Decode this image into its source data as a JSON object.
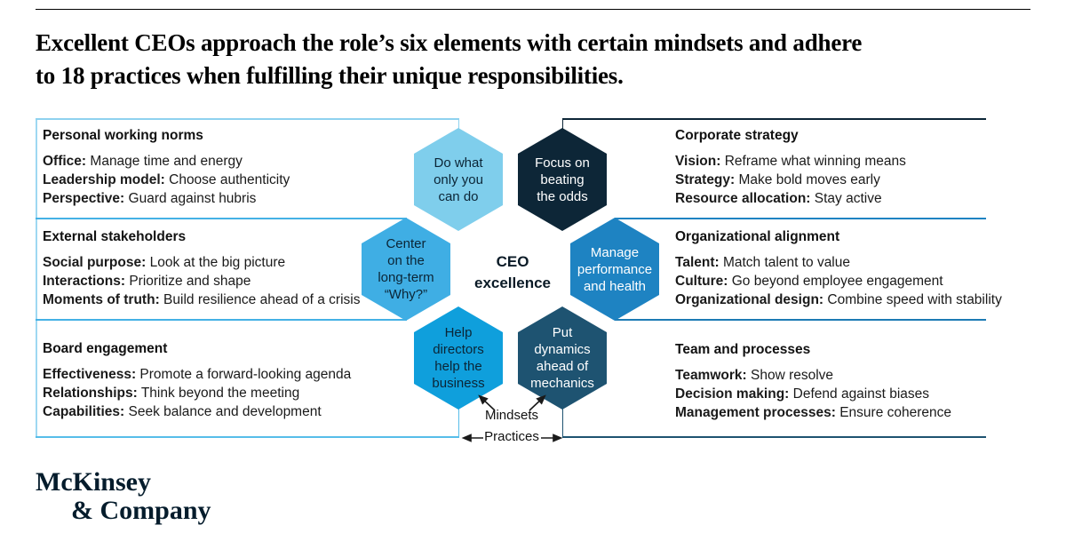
{
  "header": {
    "title_line1": "Excellent CEOs approach the role’s six elements with certain mindsets and adhere",
    "title_line2": "to 18 practices when fulfilling their unique responsibilities."
  },
  "center_label": {
    "line1": "CEO",
    "line2": "excellence"
  },
  "axis_labels": {
    "mindsets": "Mindsets",
    "practices": "Practices"
  },
  "logo": {
    "line1": "McKinsey",
    "line2": "& Company"
  },
  "hexagons": [
    {
      "name": "do-what-only-you-can-do",
      "text": "Do what\nonly you\ncan do",
      "fill": "#7FCEEC",
      "ink": "#0B2536"
    },
    {
      "name": "focus-on-beating-the-odds",
      "text": "Focus on\nbeating\nthe odds",
      "fill": "#0D2637",
      "ink": "#FFFFFF"
    },
    {
      "name": "center-on-the-long-term-why",
      "text": "Center\non the\nlong-term\n“Why?”",
      "fill": "#3FAEE4",
      "ink": "#0B2536"
    },
    {
      "name": "manage-performance-and-health",
      "text": "Manage\nperformance\nand health",
      "fill": "#1E83C2",
      "ink": "#FFFFFF"
    },
    {
      "name": "help-directors-help-the-business",
      "text": "Help\ndirectors\nhelp the\nbusiness",
      "fill": "#0F9FDC",
      "ink": "#0B2536"
    },
    {
      "name": "put-dynamics-ahead-of-mechanics",
      "text": "Put\ndynamics\nahead of\nmechanics",
      "fill": "#1E5371",
      "ink": "#FFFFFF"
    }
  ],
  "sections": {
    "left": [
      {
        "title": "Personal working norms",
        "items": [
          {
            "label": "Office:",
            "text": "Manage time and energy"
          },
          {
            "label": "Leadership model:",
            "text": "Choose authenticity"
          },
          {
            "label": "Perspective:",
            "text": "Guard against hubris"
          }
        ]
      },
      {
        "title": "External stakeholders",
        "items": [
          {
            "label": "Social purpose:",
            "text": "Look at the big picture"
          },
          {
            "label": "Interactions:",
            "text": "Prioritize and shape"
          },
          {
            "label": "Moments of truth:",
            "text": "Build resilience ahead of a crisis"
          }
        ]
      },
      {
        "title": "Board engagement",
        "items": [
          {
            "label": "Effectiveness:",
            "text": "Promote a forward-looking agenda"
          },
          {
            "label": "Relationships:",
            "text": "Think beyond the meeting"
          },
          {
            "label": "Capabilities:",
            "text": "Seek balance and development"
          }
        ]
      }
    ],
    "right": [
      {
        "title": "Corporate strategy",
        "items": [
          {
            "label": "Vision:",
            "text": "Reframe what winning means"
          },
          {
            "label": "Strategy:",
            "text": "Make bold moves early"
          },
          {
            "label": "Resource allocation:",
            "text": "Stay active"
          }
        ]
      },
      {
        "title": "Organizational alignment",
        "items": [
          {
            "label": "Talent:",
            "text": "Match talent to value"
          },
          {
            "label": "Culture:",
            "text": "Go beyond employee engagement"
          },
          {
            "label": "Organizational design:",
            "text": "Combine speed with stability"
          }
        ]
      },
      {
        "title": "Team and processes",
        "items": [
          {
            "label": "Teamwork:",
            "text": "Show resolve"
          },
          {
            "label": "Decision making:",
            "text": "Defend against biases"
          },
          {
            "label": "Management processes:",
            "text": "Ensure coherence"
          }
        ]
      }
    ]
  },
  "lines": {
    "top_rule": "#000000",
    "left_vertical": "#9ED8F2",
    "l1": "#8FD2EF",
    "l2": "#44B1E5",
    "l3": "#44B1E5",
    "l4": "#57BDE9",
    "r1": "#0D2637",
    "r2": "#1E83C2",
    "r3": "#1C7BB4",
    "r4": "#1E5371"
  }
}
